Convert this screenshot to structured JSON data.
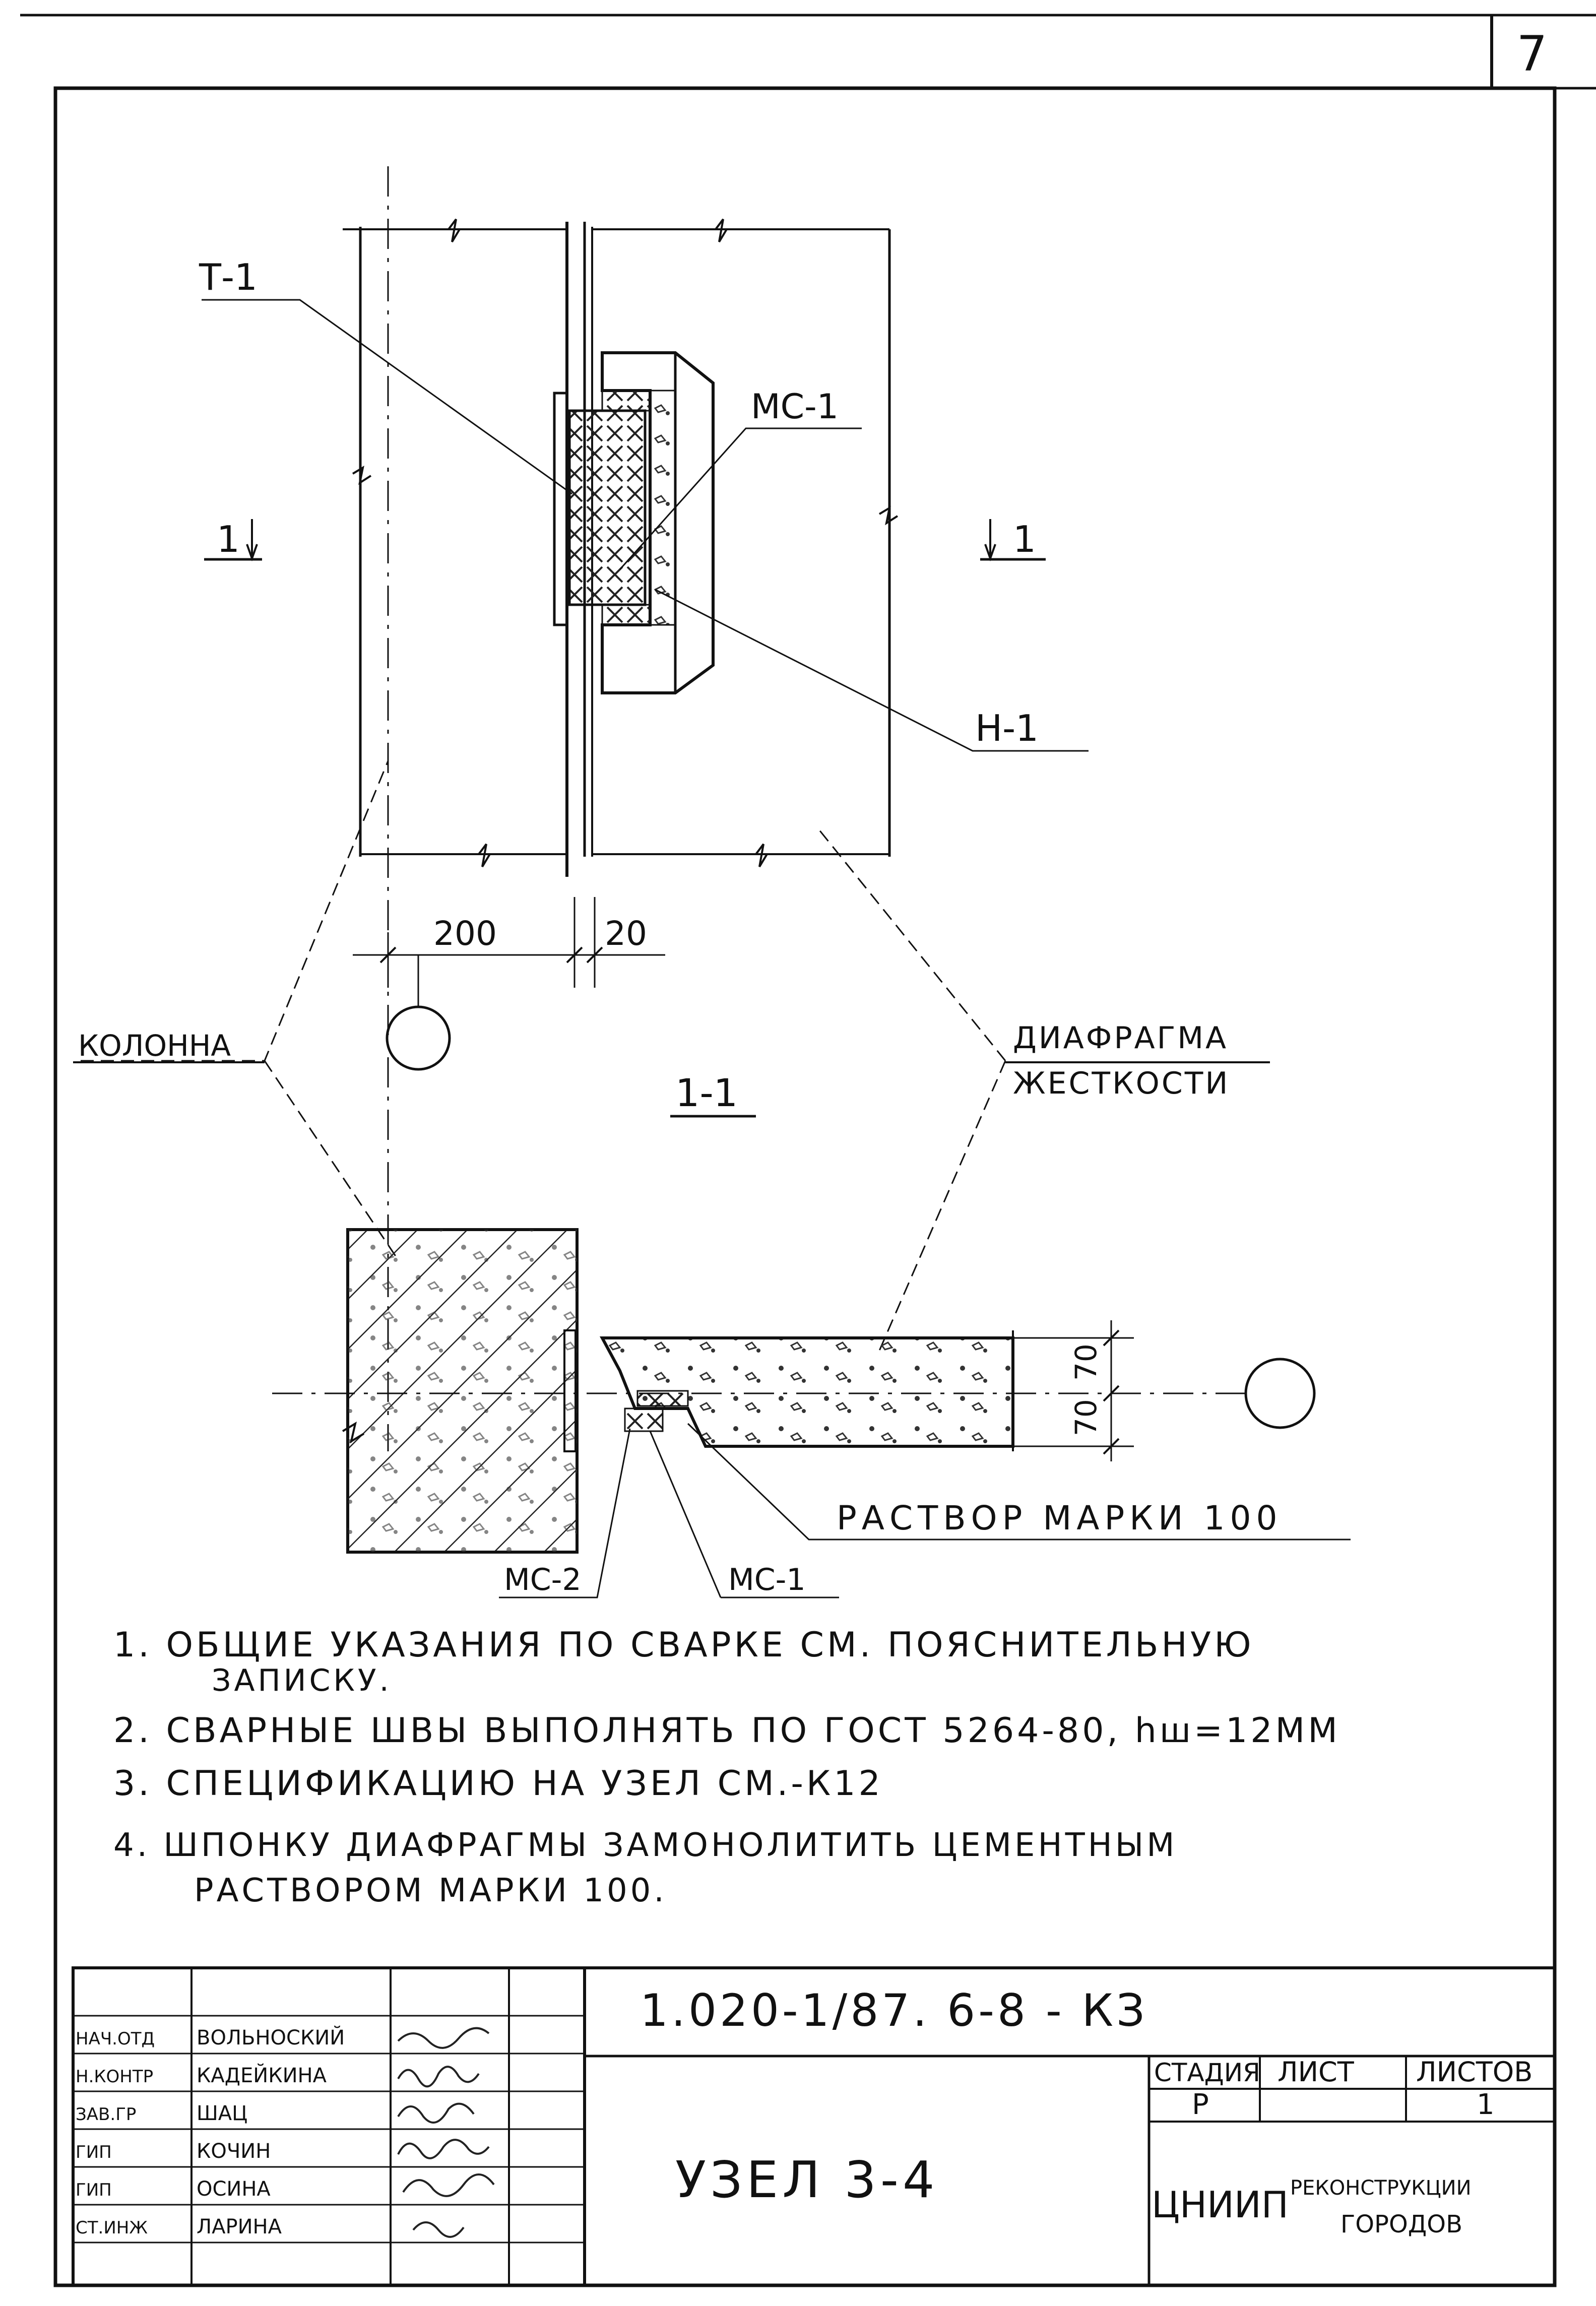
{
  "sheet": {
    "number": "7"
  },
  "elevation": {
    "labels": {
      "t1": "Т-1",
      "mc1": "МС-1",
      "h1": "Н-1"
    },
    "section_mark_left": "1",
    "section_mark_right": "1",
    "dim_column": "200",
    "dim_gap": "20"
  },
  "callouts": {
    "column": "КОЛОННА",
    "diaphragm_line1": "ДИАФРАГМА",
    "diaphragm_line2": "ЖЕСТКОСТИ"
  },
  "section": {
    "title": "1-1",
    "dim_top": "70",
    "dim_bottom": "70",
    "mortar_label": "РАСТВОР МАРКИ 100",
    "mc2": "МС-2",
    "mc1": "МС-1"
  },
  "notes": [
    {
      "num": "1.",
      "lines": [
        "ОБЩИЕ УКАЗАНИЯ ПО СВАРКЕ СМ. ПОЯСНИТЕЛЬНУЮ",
        "ЗАПИСКУ."
      ]
    },
    {
      "num": "2.",
      "lines": [
        "СВАРНЫЕ ШВЫ ВЫПОЛНЯТЬ ПО ГОСТ 5264-80, hш=12ММ"
      ]
    },
    {
      "num": "3.",
      "lines": [
        "СПЕЦИФИКАЦИЮ НА УЗЕЛ СМ.-К12"
      ]
    },
    {
      "num": "4.",
      "lines": [
        "ШПОНКУ ДИАФРАГМЫ ЗАМОНОЛИТИТЬ ЦЕМЕНТНЫМ",
        "РАСТВОРОМ МАРКИ 100."
      ]
    }
  ],
  "title_block": {
    "document_code": "1.020-1/87. 6-8 - КЗ",
    "drawing_title": "УЗЕЛ 3-4",
    "stage_header": "СТАДИЯ",
    "sheet_header": "ЛИСТ",
    "sheets_header": "ЛИСТОВ",
    "stage_value": "Р",
    "sheets_value": "1",
    "org_short": "ЦНИИП",
    "org_line1": "РЕКОНСТРУКЦИИ",
    "org_line2": "ГОРОДОВ",
    "signatures": [
      {
        "role": "НАЧ.ОТД",
        "name": "ВОЛЬНОСКИЙ"
      },
      {
        "role": "Н.КОНТР",
        "name": "КАДЕЙКИНА"
      },
      {
        "role": "ЗАВ.ГР",
        "name": "ШАЦ"
      },
      {
        "role": "ГИП",
        "name": "КОЧИН"
      },
      {
        "role": "ГИП",
        "name": "ОСИНА"
      },
      {
        "role": "СТ.ИНЖ",
        "name": "ЛАРИНА"
      }
    ]
  }
}
